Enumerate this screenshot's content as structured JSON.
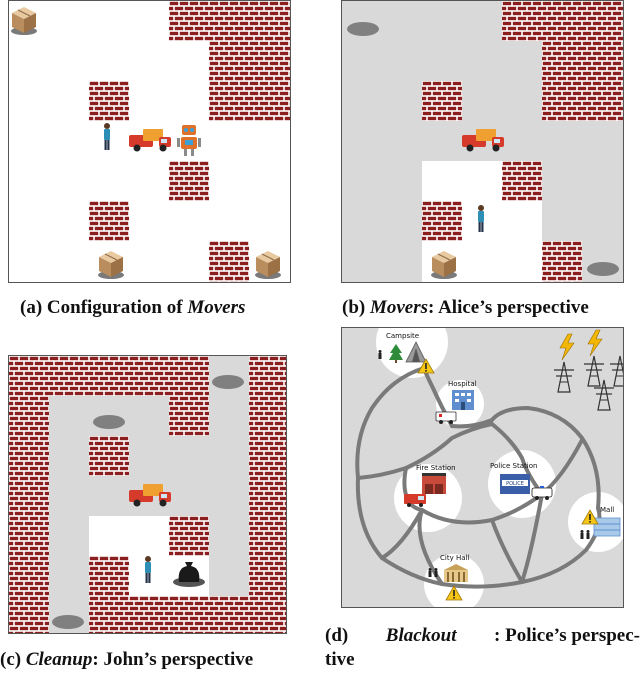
{
  "figure": {
    "a": {
      "label": "(a)",
      "text_before": "Configuration of",
      "text_italic": "Movers",
      "text_after": ""
    },
    "b": {
      "label": "(b)",
      "text_before": "",
      "text_italic": "Movers",
      "text_after": ": Alice’s perspective"
    },
    "c": {
      "label": "(c)",
      "text_before": "",
      "text_italic": "Cleanup",
      "text_after": ": John’s perspective"
    },
    "d": {
      "label": "(d)",
      "text_before": "",
      "text_italic": "Blackout",
      "text_after": ": Police’s perspec-",
      "line2": "tive"
    }
  },
  "map_labels": {
    "campsite": "Campsite",
    "hospital": "Hospital",
    "fire_station": "Fire Station",
    "police_station": "Police Station",
    "mall": "Mall",
    "city_hall": "City Hall",
    "police_sign": "POLICE"
  },
  "icons": [
    "box-icon",
    "person-icon",
    "truck-icon",
    "robot-icon",
    "brick-wall",
    "pit-icon",
    "trash-bag-icon",
    "tree-icon",
    "tent-icon",
    "warning-icon",
    "lightning-icon",
    "power-tower-icon",
    "ambulance-icon",
    "fire-truck-icon",
    "police-car-icon",
    "building-icon"
  ],
  "colors": {
    "brick": "#8b1f1f",
    "mortar": "#ffffff",
    "fog": "#d9d9d9",
    "road": "#7a7a7a",
    "warning": "#f5c518",
    "lightning": "#f2b705"
  }
}
